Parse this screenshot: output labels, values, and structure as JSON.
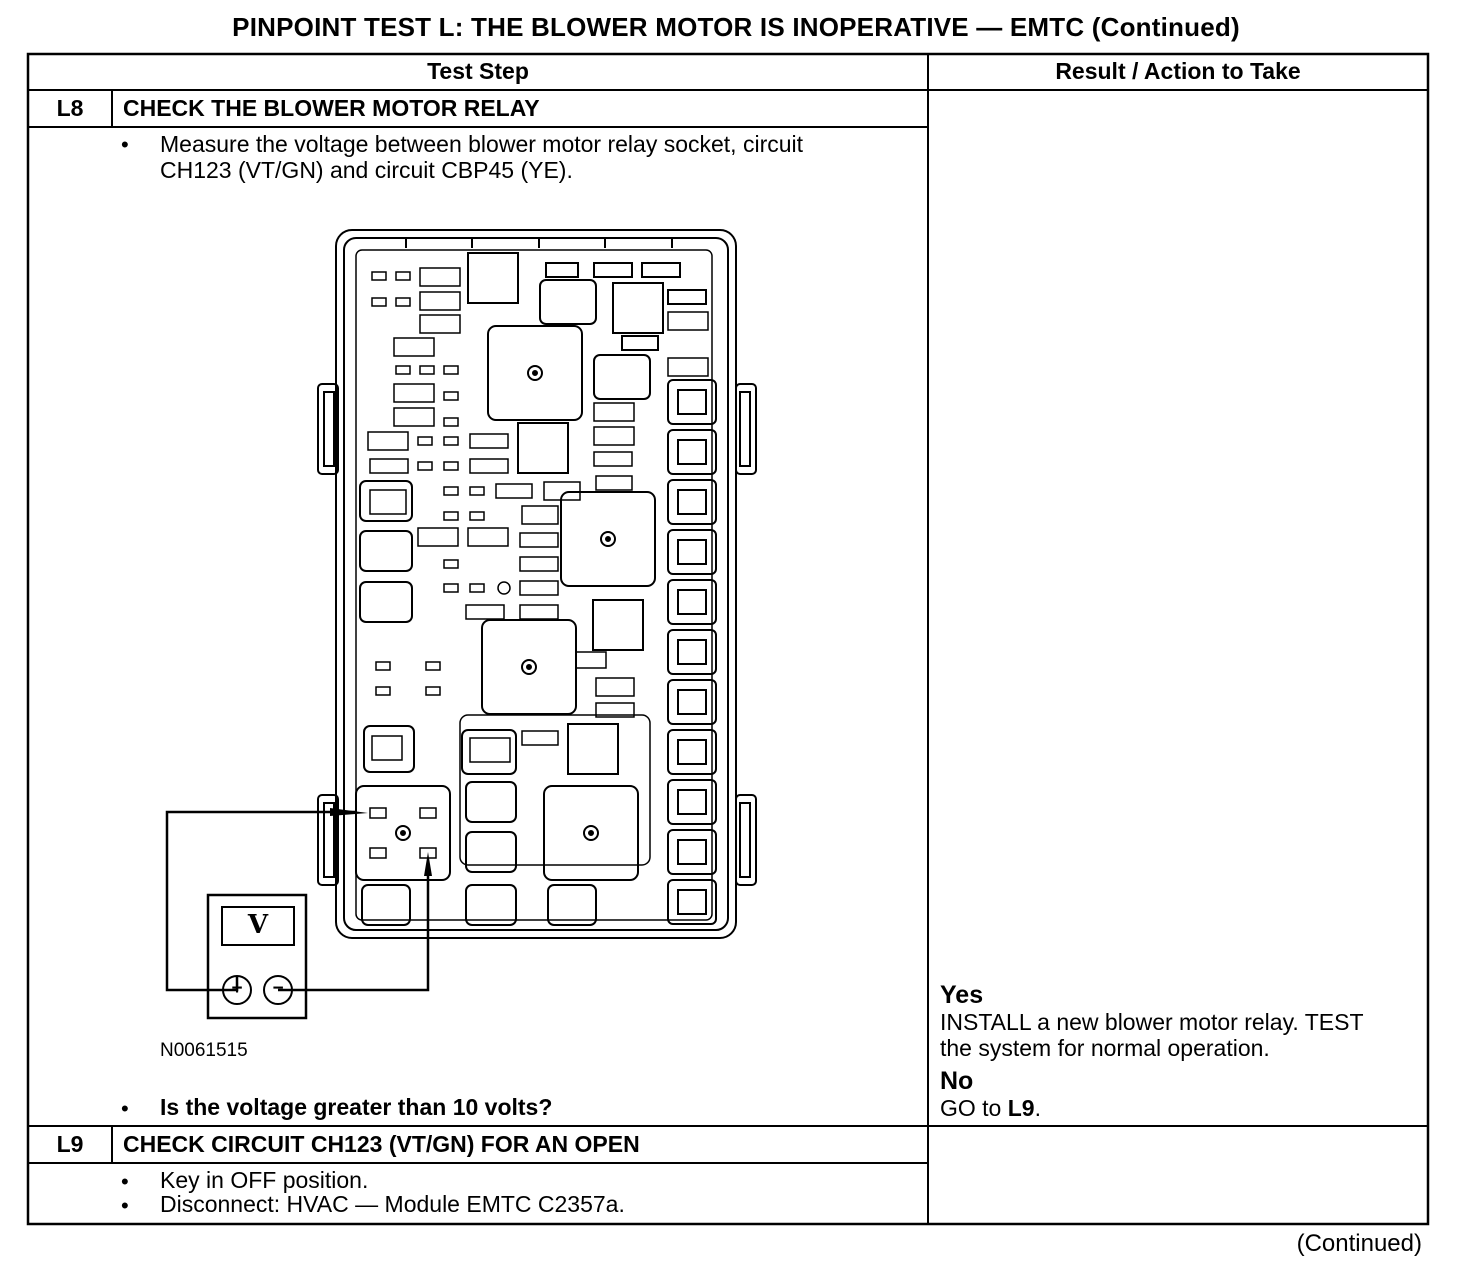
{
  "page_title": "PINPOINT TEST  L: THE BLOWER MOTOR IS INOPERATIVE — EMTC (Continued)",
  "table": {
    "col_headers": [
      "Test Step",
      "Result / Action to Take"
    ],
    "steps": [
      {
        "id": "L8",
        "title": "CHECK THE BLOWER MOTOR RELAY",
        "bullet": "•",
        "instruction_lines": [
          "Measure the voltage between blower motor relay socket, circuit",
          "CH123 (VT/GN) and circuit CBP45 (YE)."
        ],
        "figure_id": "N0061515",
        "meter_display": "V",
        "meter_plus": "+",
        "meter_minus": "−",
        "question": "Is the voltage greater than 10 volts?",
        "results": {
          "yes_label": "Yes",
          "yes_lines": [
            "INSTALL a new blower motor relay. TEST",
            "the system for normal operation."
          ],
          "no_label": "No",
          "no_text": "GO to ",
          "no_ref": "L9",
          "no_end": "."
        }
      },
      {
        "id": "L9",
        "title": "CHECK CIRCUIT CH123 (VT/GN) FOR AN OPEN",
        "bullet": "•",
        "items": [
          "Key in OFF position.",
          "Disconnect: HVAC — Module EMTC C2357a."
        ]
      }
    ]
  },
  "footer": "(Continued)"
}
